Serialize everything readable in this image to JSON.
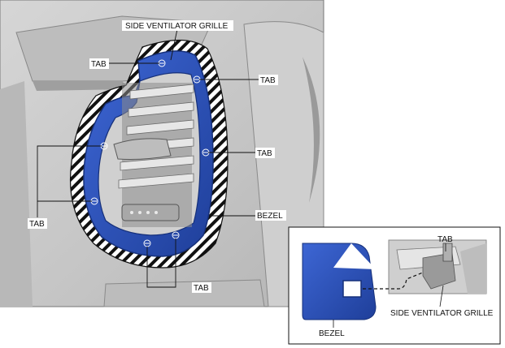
{
  "labels": {
    "side_ventilator_grille": "SIDE VENTILATOR GRILLE",
    "tab": "TAB",
    "bezel": "BEZEL"
  },
  "inset": {
    "tab": "TAB",
    "side_ventilator_grille": "SIDE VENTILATOR GRILLE",
    "bezel": "BEZEL"
  },
  "colors": {
    "bezel_blue": "#2a50b8",
    "panel_grey": "#c9c9c9",
    "hatch": "#111111"
  }
}
